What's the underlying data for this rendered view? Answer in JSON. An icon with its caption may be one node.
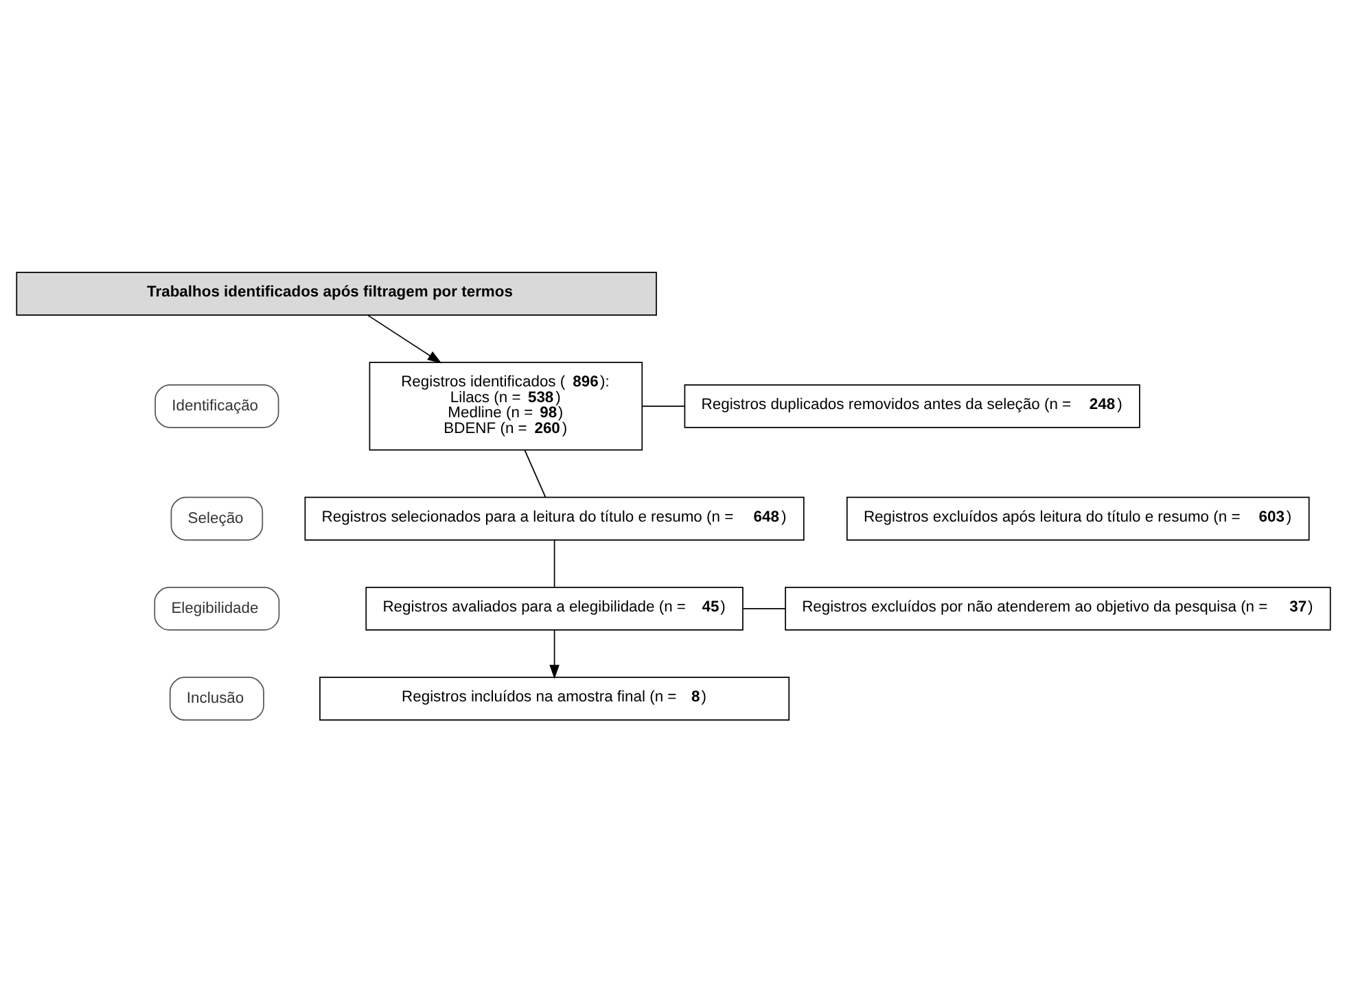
{
  "diagram": {
    "nodes": [
      {
        "text": [
          "Trabalhos identificados após filtragem por termos"
        ]
      },
      {
        "text": [
          "Identificação"
        ]
      },
      {
        "text": [
          "Seleção"
        ]
      },
      {
        "text": [
          "Elegibilidade"
        ]
      },
      {
        "text": [
          "Inclusão"
        ]
      },
      {
        "text": [
          "Registros identificados (**896**):",
          "Lilacs (n = **538**)",
          "Medline (n = **98**)",
          "BDENF (n = **260**)"
        ]
      },
      {
        "text": [
          "Registros duplicados removidos antes da seleção (n = **248**)"
        ]
      },
      {
        "text": [
          "Registros selecionados para a leitura do título e resumo (n = **648**)"
        ]
      },
      {
        "text": [
          "Registros excluídos após leitura do título e resumo (n = **603**)"
        ]
      },
      {
        "text": [
          "Registros avaliados para a elegibilidade (n = **45**)"
        ]
      },
      {
        "text": [
          "Registros excluídos por não atenderem ao objetivo da pesquisa (n = **37**)"
        ]
      },
      {
        "text": [
          "Registros incluídos na amostra final (n = **8**)"
        ]
      }
    ],
    "edges": [
      {
        "from": 0,
        "to": 5,
        "arrow": "to"
      },
      {
        "from": 5,
        "to": 6,
        "arrow": "none"
      },
      {
        "from": 5,
        "to": 7,
        "arrow": "none"
      },
      {
        "from": 7,
        "to": 9,
        "arrow": "none"
      },
      {
        "from": 9,
        "to": 10,
        "arrow": "none"
      },
      {
        "from": 9,
        "to": 11,
        "arrow": "to"
      }
    ]
  }
}
